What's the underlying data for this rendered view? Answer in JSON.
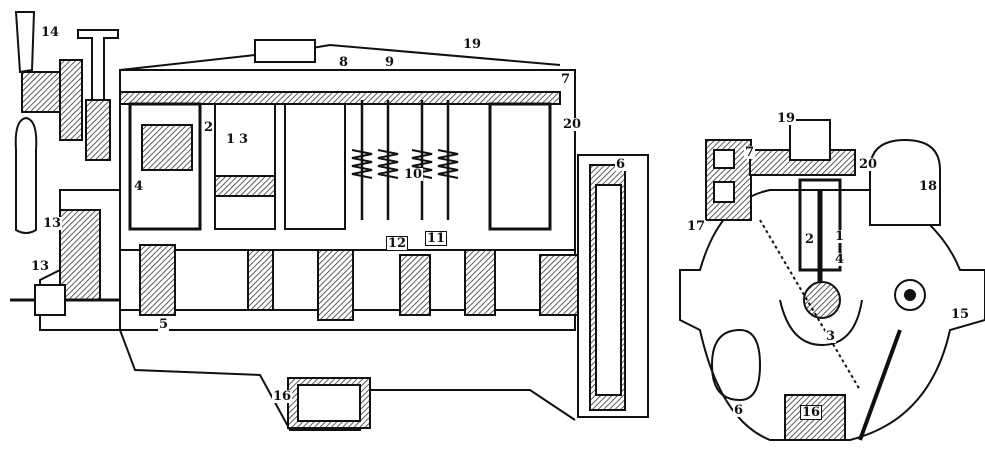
{
  "figure": {
    "side_view": {
      "labels": [
        "14",
        "19",
        "8",
        "9",
        "7",
        "2",
        "1",
        "3",
        "20",
        "6",
        "4",
        "10",
        "13",
        "12",
        "11",
        "13",
        "5",
        "16"
      ]
    },
    "front_view": {
      "labels": [
        "19",
        "7",
        "20",
        "18",
        "17",
        "2",
        "1",
        "4",
        "3",
        "15",
        "6",
        "16"
      ]
    }
  },
  "colors": {
    "ink": "#111111",
    "hatch": "#555555",
    "paper": "#ffffff"
  }
}
